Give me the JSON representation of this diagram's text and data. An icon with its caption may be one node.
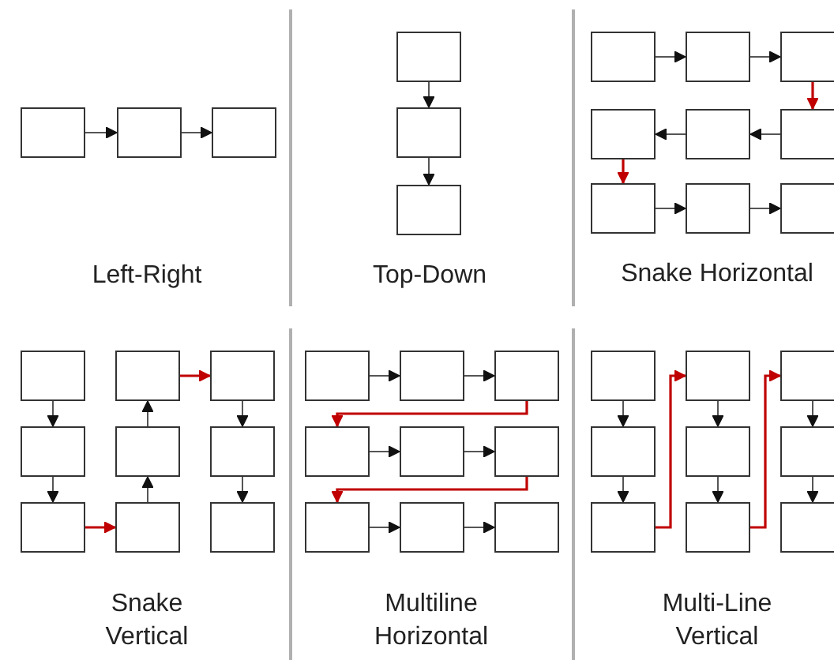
{
  "diagram": {
    "nodes": [
      {
        "text": [],
        "shape": "box"
      },
      {
        "text": [],
        "shape": "box"
      },
      {
        "text": [],
        "shape": "box"
      },
      {
        "text": [],
        "shape": "box"
      },
      {
        "text": [],
        "shape": "box"
      },
      {
        "text": [],
        "shape": "box"
      },
      {
        "text": [],
        "shape": "box"
      },
      {
        "text": [],
        "shape": "box"
      },
      {
        "text": [],
        "shape": "box"
      },
      {
        "text": [],
        "shape": "box"
      },
      {
        "text": [],
        "shape": "box"
      },
      {
        "text": [],
        "shape": "box"
      },
      {
        "text": [],
        "shape": "box"
      },
      {
        "text": [],
        "shape": "box"
      },
      {
        "text": [],
        "shape": "box"
      },
      {
        "text": [],
        "shape": "box"
      },
      {
        "text": [],
        "shape": "box"
      },
      {
        "text": [],
        "shape": "box"
      },
      {
        "text": [],
        "shape": "box"
      },
      {
        "text": [],
        "shape": "box"
      },
      {
        "text": [],
        "shape": "box"
      },
      {
        "text": [],
        "shape": "box"
      },
      {
        "text": [],
        "shape": "box"
      },
      {
        "text": [],
        "shape": "box"
      },
      {
        "text": [],
        "shape": "box"
      },
      {
        "text": [],
        "shape": "box"
      },
      {
        "text": [],
        "shape": "box"
      },
      {
        "text": [],
        "shape": "box"
      },
      {
        "text": [],
        "shape": "box"
      },
      {
        "text": [],
        "shape": "box"
      },
      {
        "text": [],
        "shape": "box"
      },
      {
        "text": [],
        "shape": "box"
      },
      {
        "text": [],
        "shape": "box"
      },
      {
        "text": [],
        "shape": "box"
      },
      {
        "text": [],
        "shape": "box"
      },
      {
        "text": [],
        "shape": "box"
      },
      {
        "text": [],
        "shape": "box"
      },
      {
        "text": [],
        "shape": "box"
      },
      {
        "text": [],
        "shape": "box"
      },
      {
        "text": [],
        "shape": "box"
      },
      {
        "text": [],
        "shape": "box"
      },
      {
        "text": [],
        "shape": "box"
      }
    ],
    "edges": [
      {
        "from": 0,
        "to": 1,
        "arrow": "to"
      },
      {
        "from": 1,
        "to": 2,
        "arrow": "to"
      },
      {
        "from": 3,
        "to": 4,
        "arrow": "to"
      },
      {
        "from": 4,
        "to": 5,
        "arrow": "to"
      },
      {
        "from": 6,
        "to": 7,
        "arrow": "to"
      },
      {
        "from": 7,
        "to": 8,
        "arrow": "to"
      },
      {
        "from": 8,
        "to": 11,
        "arrow": "to",
        "color": "#c00000"
      },
      {
        "from": 11,
        "to": 10,
        "arrow": "to"
      },
      {
        "from": 10,
        "to": 9,
        "arrow": "to"
      },
      {
        "from": 9,
        "to": 12,
        "arrow": "to",
        "color": "#c00000"
      },
      {
        "from": 12,
        "to": 13,
        "arrow": "to"
      },
      {
        "from": 13,
        "to": 14,
        "arrow": "to"
      },
      {
        "from": 15,
        "to": 18,
        "arrow": "to"
      },
      {
        "from": 18,
        "to": 21,
        "arrow": "to"
      },
      {
        "from": 21,
        "to": 22,
        "arrow": "to",
        "color": "#c00000"
      },
      {
        "from": 22,
        "to": 19,
        "arrow": "to"
      },
      {
        "from": 19,
        "to": 16,
        "arrow": "to"
      },
      {
        "from": 16,
        "to": 17,
        "arrow": "to",
        "color": "#c00000"
      },
      {
        "from": 17,
        "to": 20,
        "arrow": "to"
      },
      {
        "from": 20,
        "to": 23,
        "arrow": "to"
      },
      {
        "from": 24,
        "to": 25,
        "arrow": "to"
      },
      {
        "from": 25,
        "to": 26,
        "arrow": "to"
      },
      {
        "from": 26,
        "to": 27,
        "arrow": "to",
        "color": "#c00000"
      },
      {
        "from": 27,
        "to": 28,
        "arrow": "to"
      },
      {
        "from": 28,
        "to": 29,
        "arrow": "to"
      },
      {
        "from": 29,
        "to": 30,
        "arrow": "to",
        "color": "#c00000"
      },
      {
        "from": 30,
        "to": 31,
        "arrow": "to"
      },
      {
        "from": 31,
        "to": 32,
        "arrow": "to"
      },
      {
        "from": 33,
        "to": 36,
        "arrow": "to"
      },
      {
        "from": 36,
        "to": 39,
        "arrow": "to"
      },
      {
        "from": 39,
        "to": 34,
        "arrow": "to",
        "color": "#c00000"
      },
      {
        "from": 34,
        "to": 37,
        "arrow": "to"
      },
      {
        "from": 37,
        "to": 40,
        "arrow": "to"
      },
      {
        "from": 40,
        "to": 35,
        "arrow": "to",
        "color": "#c00000"
      },
      {
        "from": 35,
        "to": 38,
        "arrow": "to"
      },
      {
        "from": 38,
        "to": 41,
        "arrow": "to"
      }
    ],
    "labels": [
      "Left-Right",
      "Top-Down",
      "Snake Horizontal",
      "Snake Vertical",
      "Multiline Horizontal",
      "Multi-Line Vertical"
    ]
  }
}
